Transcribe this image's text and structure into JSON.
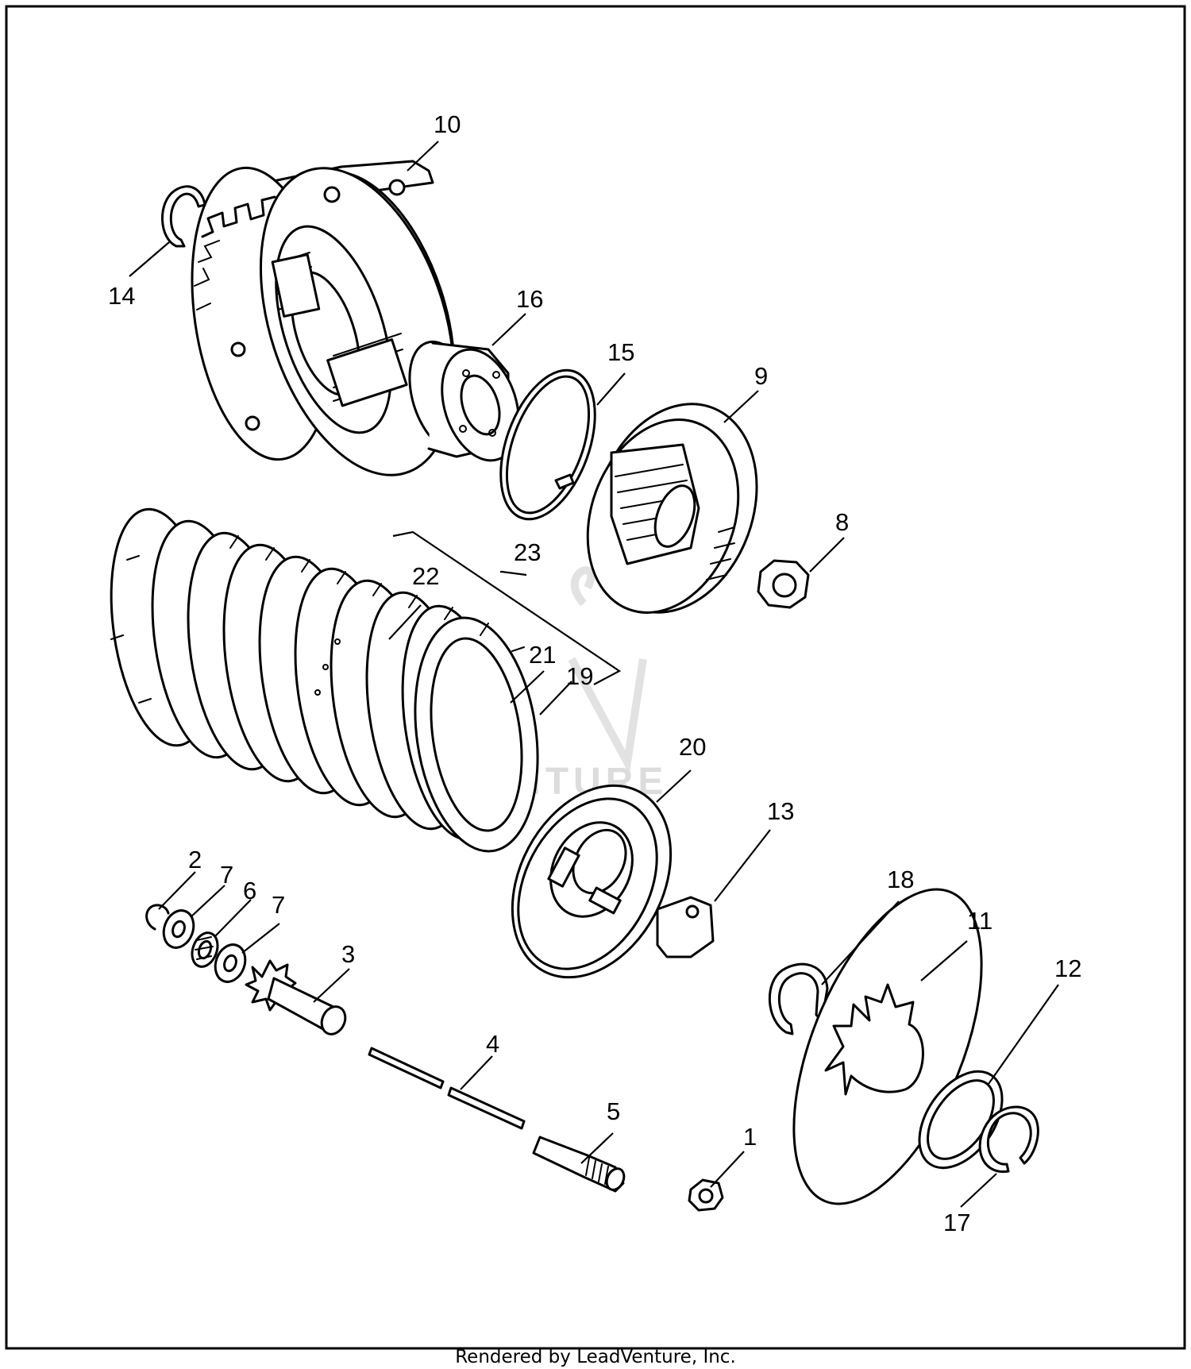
{
  "footer_text": "Rendered by LeadVenture, Inc.",
  "watermark_text": "VENTURE",
  "callouts": [
    {
      "id": "10",
      "label": "10"
    },
    {
      "id": "14",
      "label": "14"
    },
    {
      "id": "16",
      "label": "16"
    },
    {
      "id": "15",
      "label": "15"
    },
    {
      "id": "9",
      "label": "9"
    },
    {
      "id": "8",
      "label": "8"
    },
    {
      "id": "23",
      "label": "23"
    },
    {
      "id": "22",
      "label": "22"
    },
    {
      "id": "21",
      "label": "21"
    },
    {
      "id": "19",
      "label": "19"
    },
    {
      "id": "20",
      "label": "20"
    },
    {
      "id": "13",
      "label": "13"
    },
    {
      "id": "2",
      "label": "2"
    },
    {
      "id": "7a",
      "label": "7"
    },
    {
      "id": "6",
      "label": "6"
    },
    {
      "id": "7b",
      "label": "7"
    },
    {
      "id": "3",
      "label": "3"
    },
    {
      "id": "18",
      "label": "18"
    },
    {
      "id": "11",
      "label": "11"
    },
    {
      "id": "12",
      "label": "12"
    },
    {
      "id": "4",
      "label": "4"
    },
    {
      "id": "5",
      "label": "5"
    },
    {
      "id": "1",
      "label": "1"
    },
    {
      "id": "17",
      "label": "17"
    }
  ]
}
